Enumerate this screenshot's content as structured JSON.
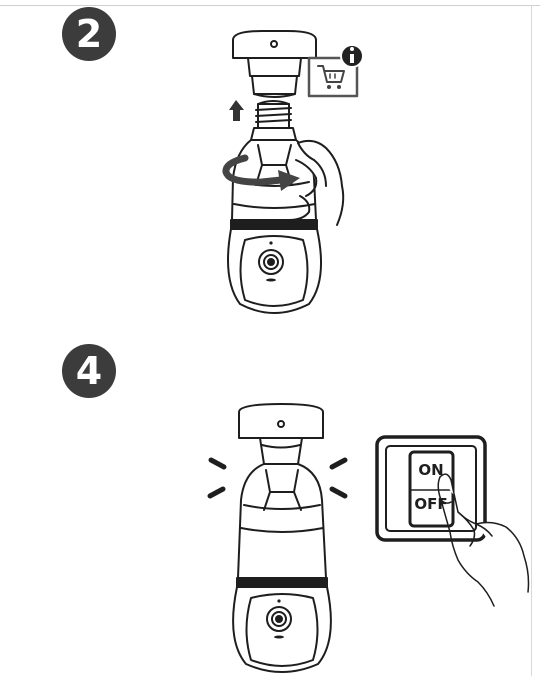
{
  "steps": [
    {
      "number": "2",
      "illustration": "remove-bulb-install-camera"
    },
    {
      "number": "4",
      "illustration": "turn-on-power-switch"
    }
  ],
  "switch": {
    "on_label": "ON",
    "off_label": "OFF"
  },
  "icons": [
    "info-icon",
    "shopping-cart-icon",
    "arrow-up-icon",
    "rotate-arrow-icon",
    "hand-icon",
    "light-rays-icon"
  ],
  "colors": {
    "badge": "#3c3c3c",
    "line": "#1e1e1e",
    "cart_frame": "#555555"
  }
}
